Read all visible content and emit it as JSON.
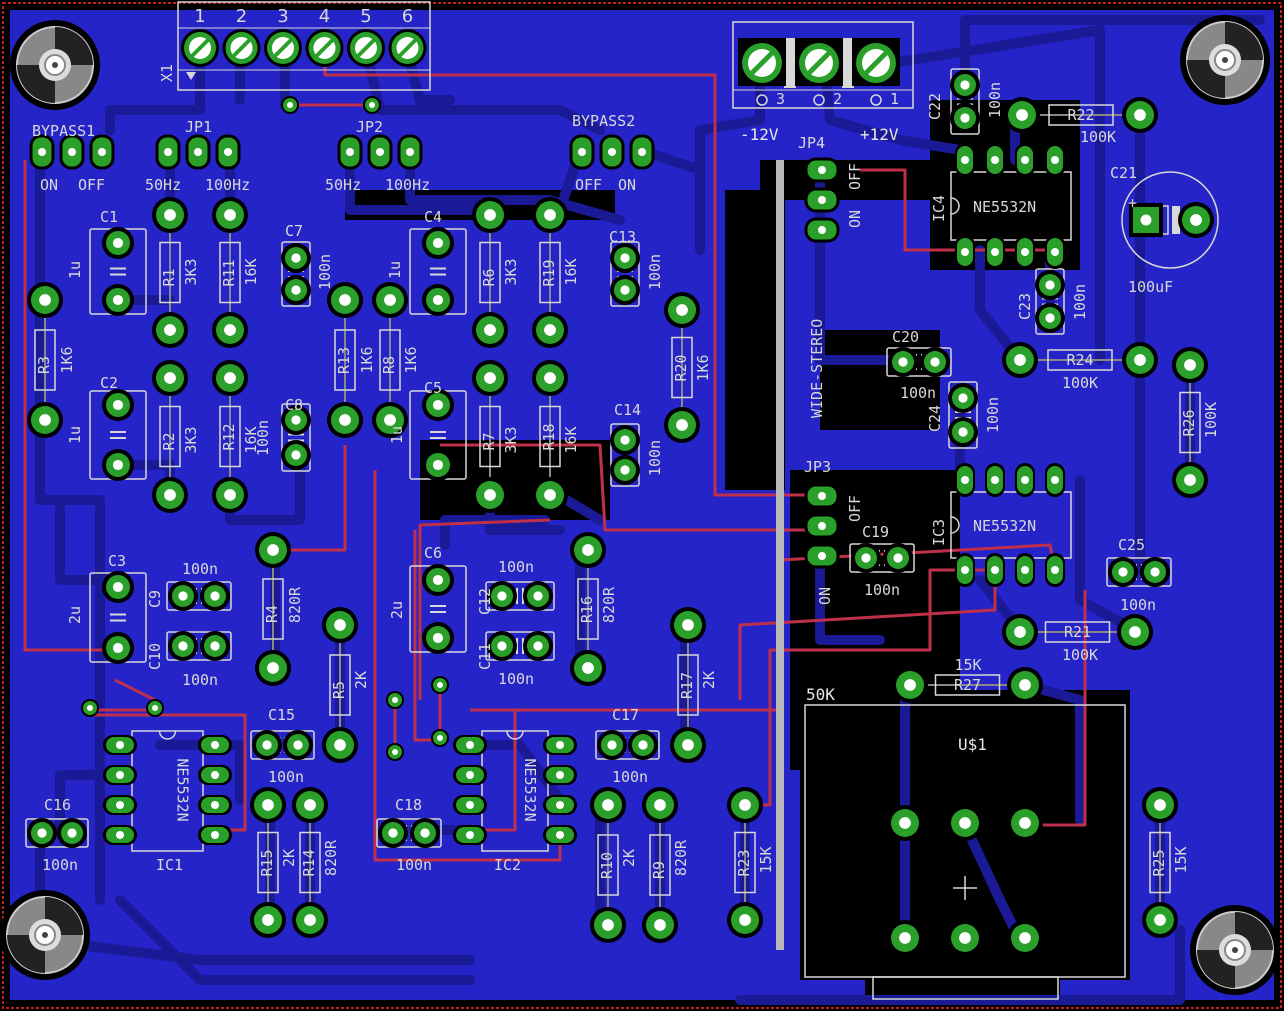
{
  "board": {
    "colors": {
      "background": "#000000",
      "copper_fill": "#2424c8",
      "trace_bottom": "#1a1a96",
      "trace_top": "#c0304a",
      "pad": "#2aa02a",
      "silk": "#d8d8d8",
      "outline": "#c02020"
    },
    "connector_x1": {
      "name": "X1",
      "pins": [
        "1",
        "2",
        "3",
        "4",
        "5",
        "6"
      ]
    },
    "power_connector": {
      "pins": [
        "3",
        "2",
        "1"
      ],
      "labels": [
        "-12V",
        "+12V"
      ]
    },
    "jumpers": [
      {
        "name": "BYPASS1",
        "opts": [
          "ON",
          "OFF"
        ]
      },
      {
        "name": "JP1",
        "opts": [
          "50Hz",
          "100Hz"
        ]
      },
      {
        "name": "JP2",
        "opts": [
          "50Hz",
          "100Hz"
        ]
      },
      {
        "name": "BYPASS2",
        "opts": [
          "OFF",
          "ON"
        ]
      },
      {
        "name": "JP4",
        "opts": [
          "ON",
          "OFF"
        ]
      },
      {
        "name": "JP3",
        "opts": [
          "OFF",
          "ON"
        ]
      }
    ],
    "wide_stereo_label": "WIDE-STEREO",
    "ics": [
      {
        "name": "IC1",
        "part": "NE5532N"
      },
      {
        "name": "IC2",
        "part": "NE5532N"
      },
      {
        "name": "IC3",
        "part": "NE5532N"
      },
      {
        "name": "IC4",
        "part": "NE5532N"
      }
    ],
    "pot": {
      "name": "U$1",
      "value": "50K"
    },
    "resistors": [
      {
        "name": "R1",
        "value": "3K3"
      },
      {
        "name": "R2",
        "value": "3K3"
      },
      {
        "name": "R3",
        "value": "1K6"
      },
      {
        "name": "R4",
        "value": "820R"
      },
      {
        "name": "R5",
        "value": "2K"
      },
      {
        "name": "R6",
        "value": "3K3"
      },
      {
        "name": "R7",
        "value": "3K3"
      },
      {
        "name": "R8",
        "value": "1K6"
      },
      {
        "name": "R9",
        "value": "820R"
      },
      {
        "name": "R10",
        "value": "2K"
      },
      {
        "name": "R11",
        "value": "16K"
      },
      {
        "name": "R12",
        "value": "16K"
      },
      {
        "name": "R13",
        "value": "1K6"
      },
      {
        "name": "R14",
        "value": "820R"
      },
      {
        "name": "R15",
        "value": "2K"
      },
      {
        "name": "R16",
        "value": "820R"
      },
      {
        "name": "R17",
        "value": "2K"
      },
      {
        "name": "R18",
        "value": "16K"
      },
      {
        "name": "R19",
        "value": "16K"
      },
      {
        "name": "R20",
        "value": "1K6"
      },
      {
        "name": "R21",
        "value": "100K"
      },
      {
        "name": "R22",
        "value": "100K"
      },
      {
        "name": "R23",
        "value": "15K"
      },
      {
        "name": "R24",
        "value": "100K"
      },
      {
        "name": "R25",
        "value": "15K"
      },
      {
        "name": "R26",
        "value": "100K"
      },
      {
        "name": "R27",
        "value": "15K"
      }
    ],
    "capacitors": [
      {
        "name": "C1",
        "value": "1u"
      },
      {
        "name": "C2",
        "value": "1u"
      },
      {
        "name": "C3",
        "value": "2u"
      },
      {
        "name": "C4",
        "value": "1u"
      },
      {
        "name": "C5",
        "value": "1u"
      },
      {
        "name": "C6",
        "value": "2u"
      },
      {
        "name": "C7",
        "value": "100n"
      },
      {
        "name": "C8",
        "value": "100n"
      },
      {
        "name": "C9",
        "value": "100n"
      },
      {
        "name": "C10",
        "value": "100n"
      },
      {
        "name": "C11",
        "value": "100n"
      },
      {
        "name": "C12",
        "value": "100n"
      },
      {
        "name": "C13",
        "value": "100n"
      },
      {
        "name": "C14",
        "value": "100n"
      },
      {
        "name": "C15",
        "value": "100n"
      },
      {
        "name": "C16",
        "value": "100n"
      },
      {
        "name": "C17",
        "value": "100n"
      },
      {
        "name": "C18",
        "value": "100n"
      },
      {
        "name": "C19",
        "value": "100n"
      },
      {
        "name": "C20",
        "value": "100n"
      },
      {
        "name": "C21",
        "value": "100uF"
      },
      {
        "name": "C22",
        "value": "100n"
      },
      {
        "name": "C23",
        "value": "100n"
      },
      {
        "name": "C24",
        "value": "100n"
      },
      {
        "name": "C25",
        "value": "100n"
      }
    ]
  }
}
